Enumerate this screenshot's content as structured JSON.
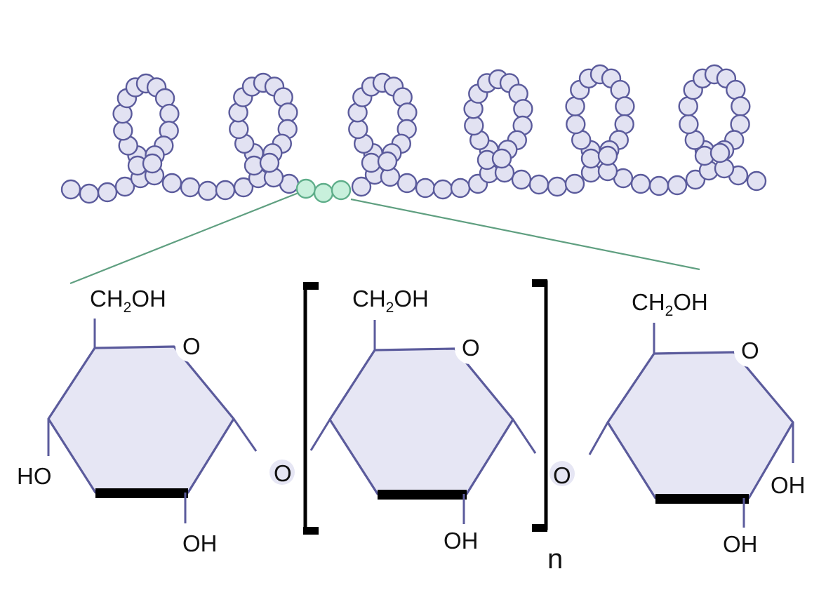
{
  "colors": {
    "bead_fill": "#e2e2f2",
    "bead_stroke": "#5b5b9c",
    "highlight_fill": "#c8f0dc",
    "highlight_stroke": "#5fae8a",
    "zoom_line": "#5f9f80",
    "ring_fill": "#e6e6f4",
    "ring_stroke": "#5b5b9c",
    "bond_bold": "#000000",
    "bracket": "#000000"
  },
  "chain": {
    "loop_count": 6,
    "highlighted_units": 3
  },
  "units": [
    {
      "top_group": "CH",
      "top_sub": "2",
      "top_tail": "OH",
      "ring_o": "O",
      "left_group": "HO",
      "bottom_group": "OH"
    },
    {
      "top_group": "CH",
      "top_sub": "2",
      "top_tail": "OH",
      "ring_o": "O",
      "bottom_group": "OH"
    },
    {
      "top_group": "CH",
      "top_sub": "2",
      "top_tail": "OH",
      "ring_o": "O",
      "right_group": "OH",
      "bottom_group": "OH"
    }
  ],
  "linkages": {
    "left": "O",
    "right": "O"
  },
  "repeat_label": "n"
}
